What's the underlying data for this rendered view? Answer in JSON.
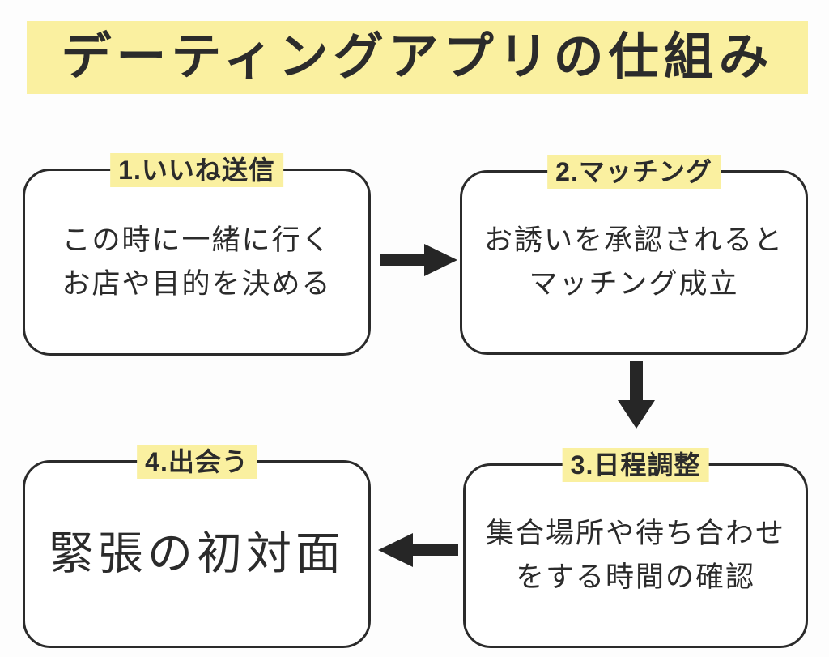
{
  "page": {
    "title": "デーティングアプリの仕組み",
    "background_color": "#fdfdfd",
    "highlight_color": "#faf0a0",
    "ink_color": "#2b2b2b"
  },
  "flow": {
    "steps": [
      {
        "label": "1.いいね送信",
        "body_lines": [
          "この時に一緒に行く",
          "お店や目的を決める"
        ]
      },
      {
        "label": "2.マッチング",
        "body_lines": [
          "お誘いを承認されると",
          "マッチング成立"
        ]
      },
      {
        "label": "3.日程調整",
        "body_lines": [
          "集合場所や待ち合わせ",
          "をする時間の確認"
        ]
      },
      {
        "label": "4.出会う",
        "body_lines": [
          "緊張の初対面"
        ]
      }
    ],
    "connectors": [
      {
        "name": "step1-to-step2",
        "direction": "right"
      },
      {
        "name": "step2-to-step3",
        "direction": "down"
      },
      {
        "name": "step3-to-step4",
        "direction": "left"
      }
    ]
  }
}
